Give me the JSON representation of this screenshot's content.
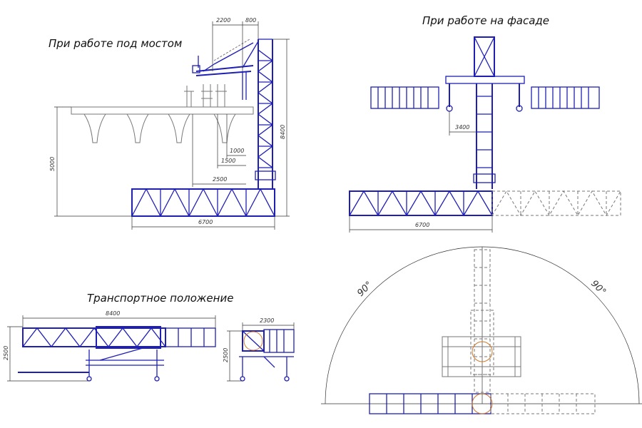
{
  "titles": {
    "under_bridge": "При работе под мостом",
    "facade": "При работе на фасаде",
    "transport": "Транспортное положение"
  },
  "dims": {
    "d2200": "2200",
    "d800": "800",
    "d8400": "8400",
    "d5000": "5000",
    "d1000": "1000",
    "d1500": "1500",
    "d2500": "2500",
    "d6700": "6700",
    "d3400": "3400",
    "d6700b": "6700",
    "d8400b": "8400",
    "d2500b": "2500",
    "d2300": "2300",
    "d2500c": "2500",
    "angle_left": "90°",
    "angle_right": "90°"
  },
  "colors": {
    "structure": "#1f1fb4",
    "bridge": "#777777",
    "slewing_ring": "#d07a2a"
  }
}
